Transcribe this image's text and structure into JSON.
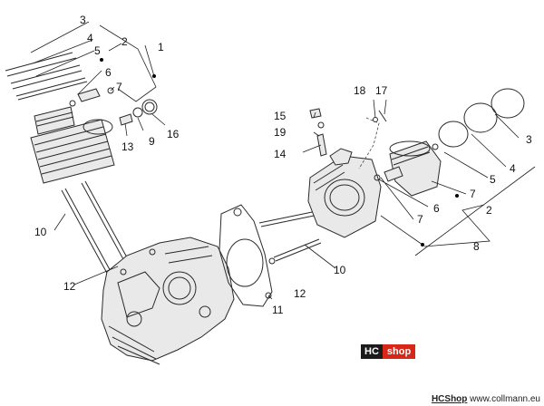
{
  "callouts": {
    "c1": "1",
    "c2": "2",
    "c3": "3",
    "c4": "4",
    "c5": "5",
    "c6": "6",
    "c7": "7",
    "c8": "8",
    "c9": "9",
    "c10": "10",
    "c11": "11",
    "c12": "12",
    "c13": "13",
    "c14": "14",
    "c15": "15",
    "c16": "16",
    "c17": "17",
    "c18": "18",
    "c19": "19"
  },
  "watermark": {
    "logo_hc": "HC",
    "logo_shop": "shop",
    "footer_brand": "HCShop",
    "footer_url": " www.collmann.eu"
  }
}
